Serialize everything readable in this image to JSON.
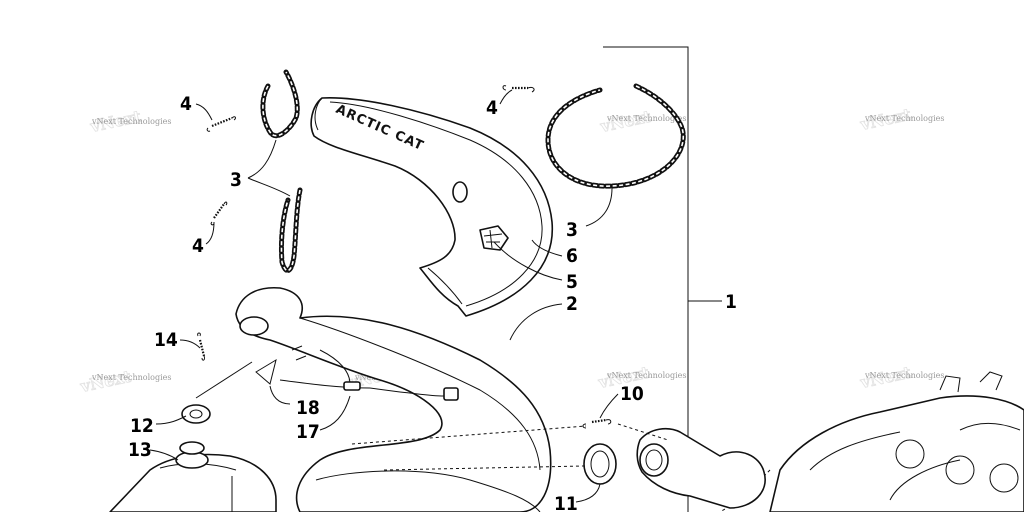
{
  "callouts": {
    "c1": "1",
    "c2": "2",
    "c3a": "3",
    "c3b": "3",
    "c4a": "4",
    "c4b": "4",
    "c4c": "4",
    "c5": "5",
    "c6": "6",
    "c10": "10",
    "c11": "11",
    "c12": "12",
    "c13": "13",
    "c14": "14",
    "c17": "17",
    "c18": "18"
  },
  "watermark": {
    "text": "vNext Technologies"
  },
  "brand_on_cover": "ARCTIC CAT"
}
